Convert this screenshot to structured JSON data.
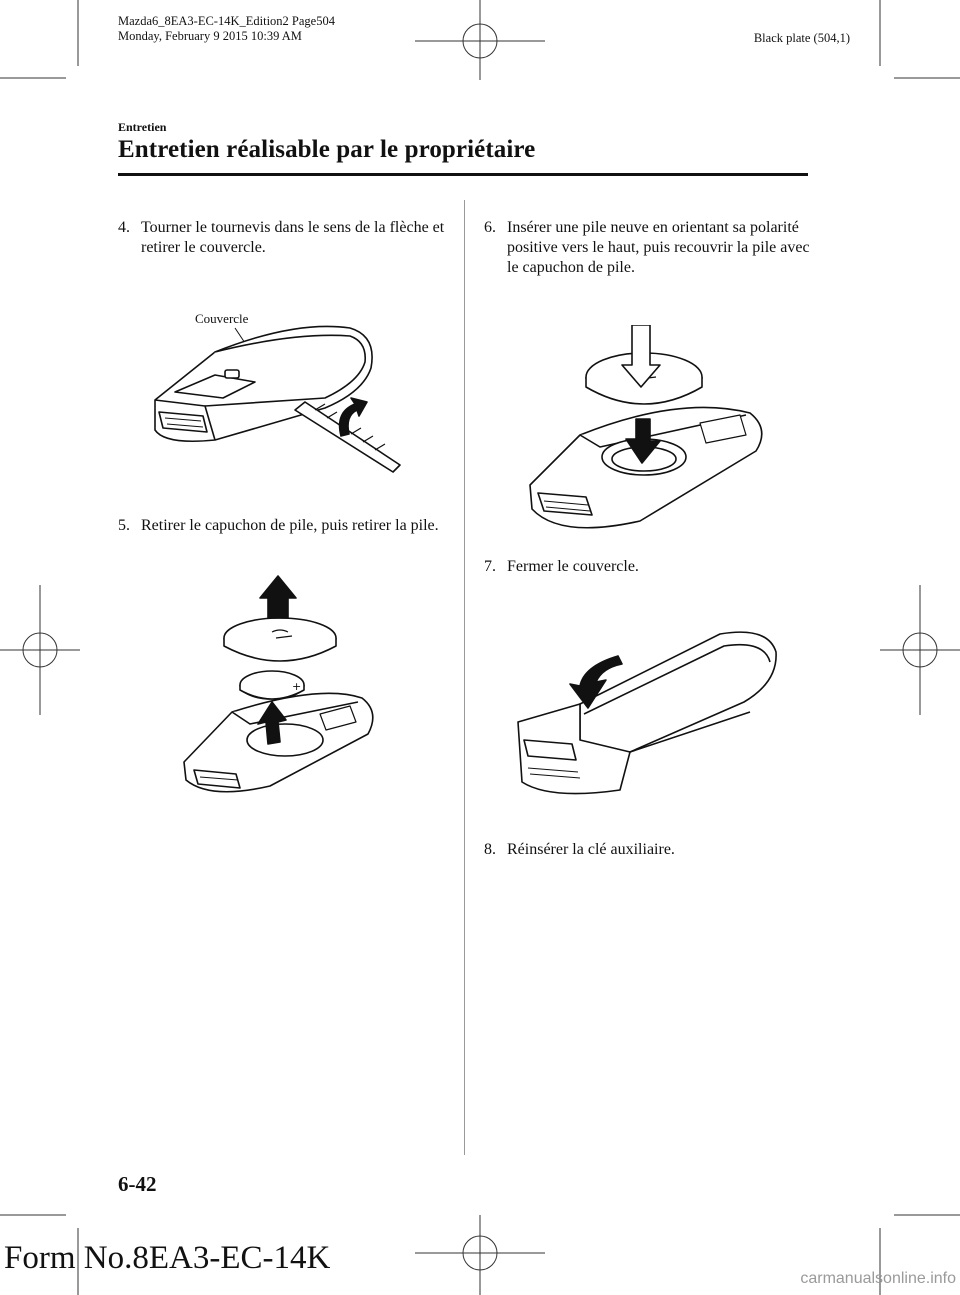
{
  "header": {
    "print_info_line1": "Mazda6_8EA3-EC-14K_Edition2 Page504",
    "print_info_line2": "Monday, February 9 2015 10:39 AM",
    "plate": "Black plate (504,1)"
  },
  "section_label": "Entretien",
  "page_title": "Entretien réalisable par le propriétaire",
  "steps": [
    {
      "num": "4.",
      "text": "Tourner le tournevis dans le sens de la flèche et retirer le couvercle."
    },
    {
      "num": "5.",
      "text": "Retirer le capuchon de pile, puis retirer la pile."
    },
    {
      "num": "6.",
      "text": "Insérer une pile neuve en orientant sa polarité positive vers le haut, puis recouvrir la pile avec le capuchon de pile."
    },
    {
      "num": "7.",
      "text": "Fermer le couvercle."
    },
    {
      "num": "8.",
      "text": "Réinsérer la clé auxiliaire."
    }
  ],
  "figures": {
    "fig1_label": "Couvercle"
  },
  "footer": {
    "page_number": "6-42",
    "form_no": "Form No.8EA3-EC-14K",
    "watermark": "carmanualsonline.info"
  }
}
